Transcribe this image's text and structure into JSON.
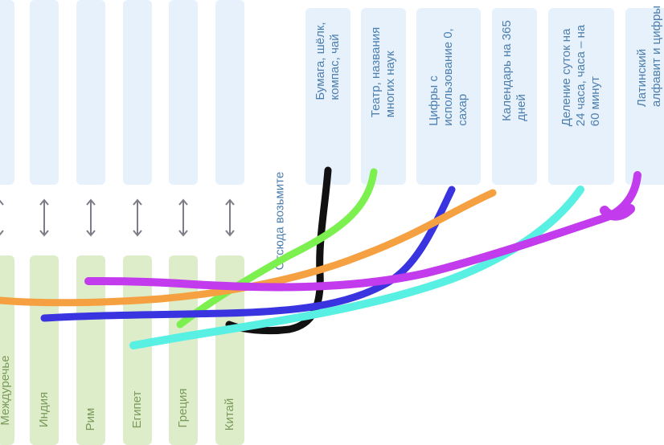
{
  "top_cards": [
    {
      "lines": [
        "Бумага, шёлк,",
        "компас, чай"
      ]
    },
    {
      "lines": [
        "Театр, названия",
        "многих наук"
      ]
    },
    {
      "lines": [
        "Цифры с",
        "использование 0,",
        "сахар"
      ]
    },
    {
      "lines": [
        "Календарь на 365",
        "дней"
      ]
    },
    {
      "lines": [
        "Деление суток на",
        "24 часа, часа – на",
        "60 минут"
      ]
    },
    {
      "lines": [
        "Латинский",
        "алфавит и цифры"
      ]
    }
  ],
  "bottom_cards": [
    {
      "label": "Междуречье"
    },
    {
      "label": "Индия"
    },
    {
      "label": "Рим"
    },
    {
      "label": "Египет"
    },
    {
      "label": "Греция"
    },
    {
      "label": "Китай"
    }
  ],
  "instruction": "Отсюда возьмите",
  "colors": {
    "card_top": "#e6f1fb",
    "card_bottom": "#ddedc9",
    "text_blue": "#4d7fae",
    "text_green": "#7b9a5c",
    "stroke_black": "#111111",
    "stroke_green": "#7cf04e",
    "stroke_blue": "#3a34e0",
    "stroke_orange": "#f5a142",
    "stroke_cyan": "#58f0e2",
    "stroke_purple": "#c23bec"
  }
}
